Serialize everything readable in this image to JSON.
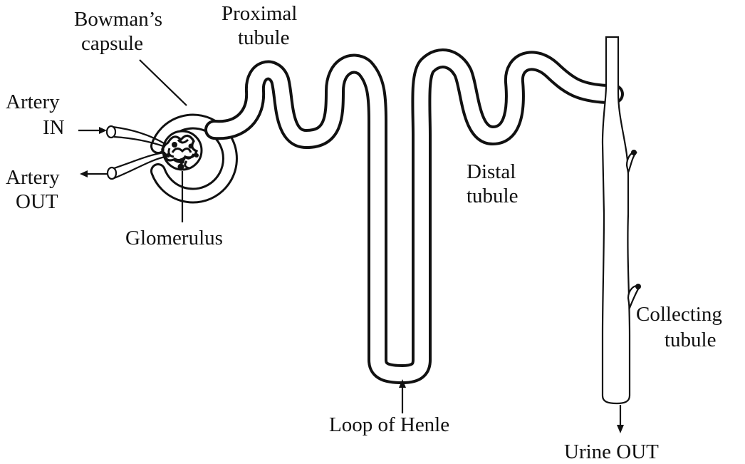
{
  "labels": {
    "bowmans_capsule_line1": "Bowman’s",
    "bowmans_capsule_line2": "capsule",
    "proximal_tubule_line1": "Proximal",
    "proximal_tubule_line2": "tubule",
    "artery_in_line1": "Artery",
    "artery_in_line2": "IN",
    "artery_out_line1": "Artery",
    "artery_out_line2": "OUT",
    "glomerulus": "Glomerulus",
    "distal_tubule_line1": "Distal",
    "distal_tubule_line2": "tubule",
    "collecting_tubule_line1": "Collecting",
    "collecting_tubule_line2": "tubule",
    "loop_of_henle": "Loop of Henle",
    "urine_out": "Urine OUT"
  },
  "colors": {
    "ink": "#111111",
    "background": "#ffffff"
  }
}
